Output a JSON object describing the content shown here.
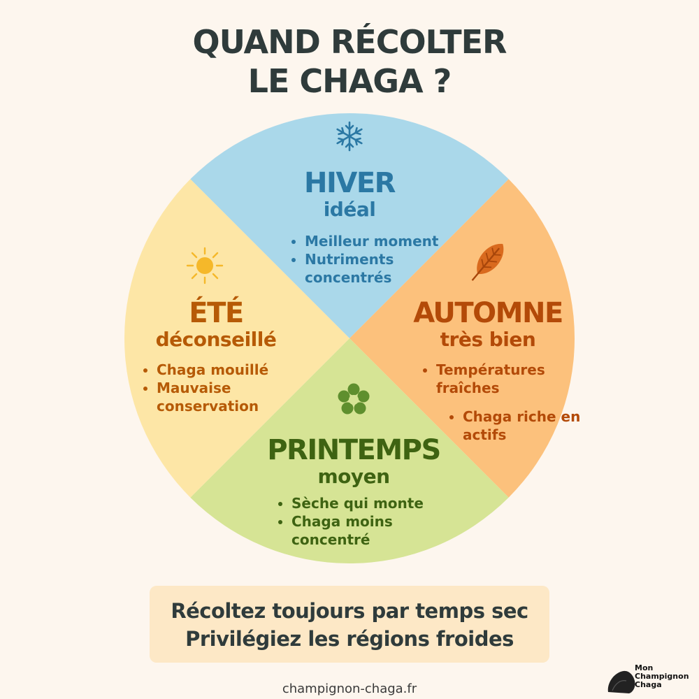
{
  "title": {
    "line1": "QUAND RÉCOLTER",
    "line2": "LE CHAGA ?"
  },
  "seasons": {
    "hiver": {
      "name": "HIVER",
      "rating": "idéal",
      "bullets": [
        "Meilleur moment",
        "Nutriments concentrés"
      ],
      "icon": "snowflake-icon",
      "color": "#2b78a4",
      "fill": "#aad8ea"
    },
    "ete": {
      "name": "ÉTÉ",
      "rating": "déconseillé",
      "bullets": [
        "Chaga mouillé",
        "Mauvaise conservation"
      ],
      "icon": "sun-icon",
      "color": "#b65a06",
      "fill": "#fde6a6"
    },
    "automne": {
      "name": "AUTOMNE",
      "rating": "très bien",
      "bullets": [
        "Températures fraîches",
        "Chaga riche en actifs"
      ],
      "icon": "leaf-icon",
      "color": "#b34a08",
      "fill": "#fcc17c"
    },
    "printemps": {
      "name": "PRINTEMPS",
      "rating": "moyen",
      "bullets": [
        "Sèche qui monte",
        "Chaga moins concentré"
      ],
      "icon": "flower-icon",
      "color": "#3e6312",
      "fill": "#d6e495"
    }
  },
  "tips": {
    "line1": "Récoltez toujours par temps sec",
    "line2": "Privilégiez les régions froides"
  },
  "footer": {
    "url": "champignon-chaga.fr",
    "logo_line1": "Mon",
    "logo_line2": "Champignon",
    "logo_line3": "Chaga",
    "logo_icon": "chaga-mushroom-icon"
  }
}
